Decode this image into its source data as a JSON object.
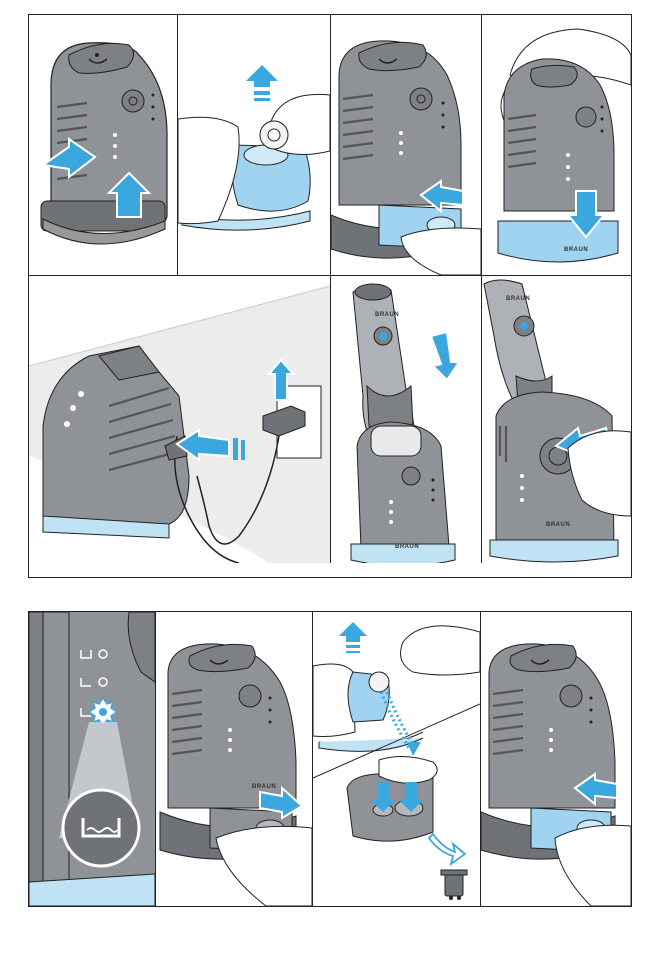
{
  "brand": {
    "logo_text": "BRAUN"
  },
  "colors": {
    "device_gray": "#8f9296",
    "device_dark": "#6f7276",
    "accent_blue": "#3aa7de",
    "light_blue": "#bfe3f5",
    "outline": "#222222"
  },
  "sections": [
    {
      "id": "setup",
      "panel_count": 7
    },
    {
      "id": "cartridge_replacement",
      "panel_count": 4
    }
  ],
  "icons": [
    "arrow-up-icon",
    "arrow-down-icon",
    "arrow-left-icon",
    "arrow-right-icon",
    "power-plug-icon",
    "empty-cartridge-indicator-icon",
    "trash-bin-icon",
    "recycle-arrow-icon"
  ]
}
